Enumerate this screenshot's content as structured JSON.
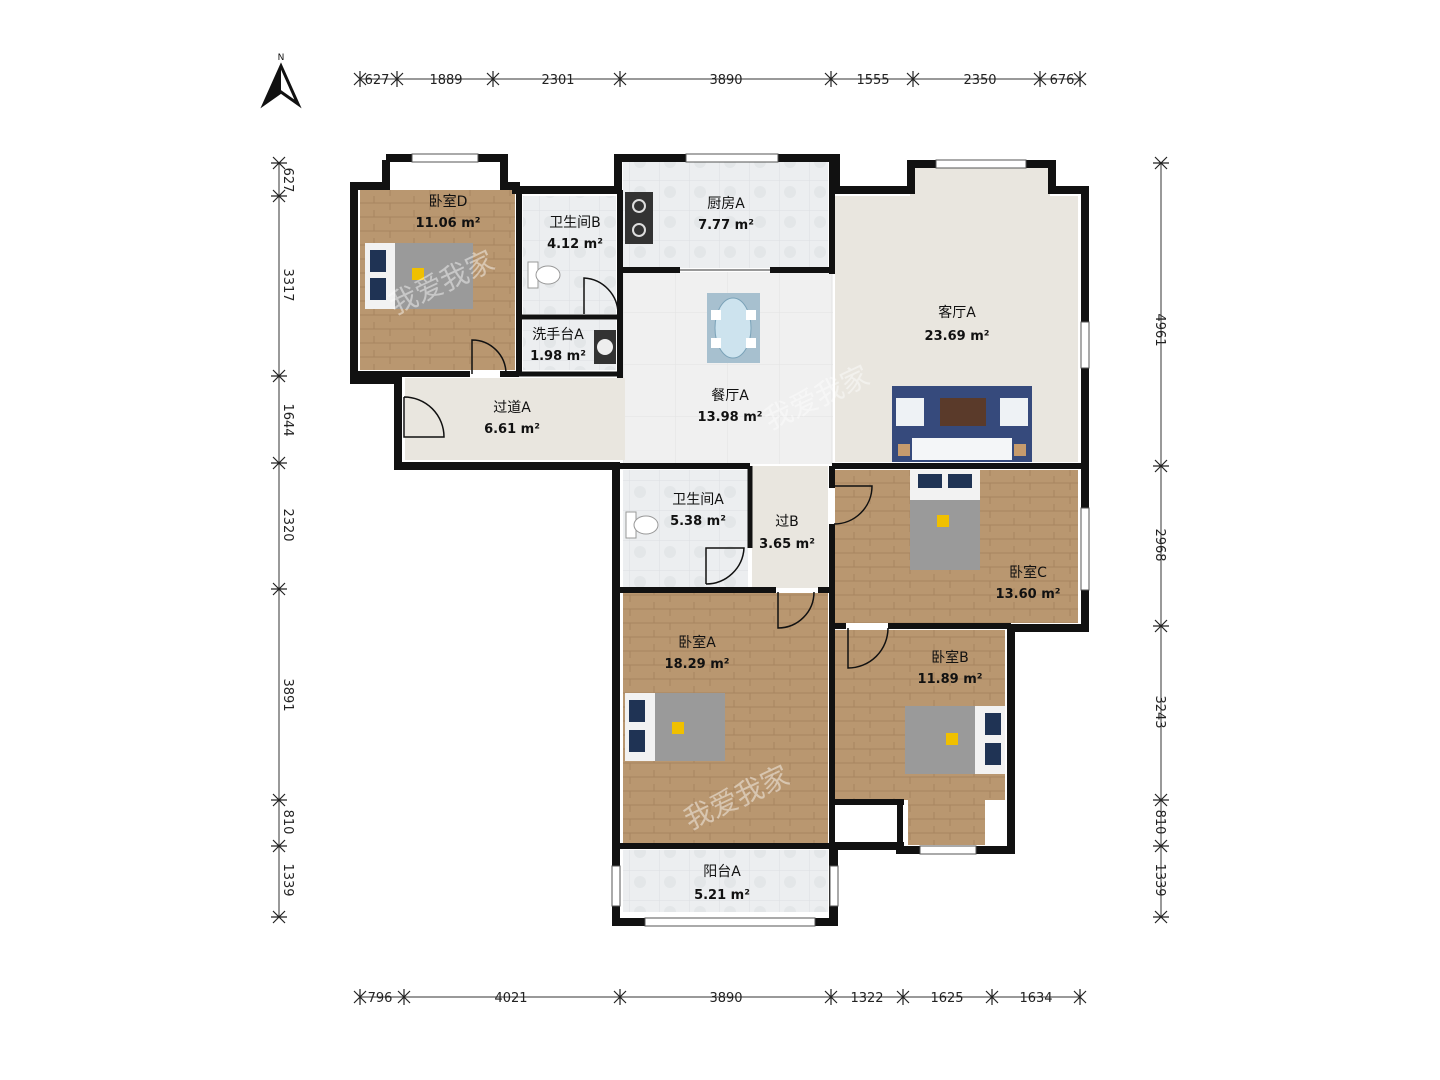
{
  "compass": {
    "label": "N",
    "icon": "north-arrow-icon"
  },
  "watermark": "我爱我家",
  "colors": {
    "wood": "#b8936a",
    "tile": "#e9ecef",
    "lightfloor": "#e8e4dc",
    "wall": "#111111"
  },
  "dimensions": {
    "top": [
      "627",
      "1889",
      "2301",
      "3890",
      "1555",
      "2350",
      "676"
    ],
    "bottom": [
      "796",
      "4021",
      "3890",
      "1322",
      "1625",
      "1634"
    ],
    "left": [
      "627",
      "3317",
      "1644",
      "2320",
      "3891",
      "810",
      "1339"
    ],
    "right": [
      "4961",
      "2968",
      "3243",
      "810",
      "1339"
    ]
  },
  "rooms": [
    {
      "name": "卧室D",
      "area": "11.06 m²"
    },
    {
      "name": "卫生间B",
      "area": "4.12 m²"
    },
    {
      "name": "厨房A",
      "area": "7.77 m²"
    },
    {
      "name": "客厅A",
      "area": "23.69 m²"
    },
    {
      "name": "洗手台A",
      "area": "1.98 m²"
    },
    {
      "name": "餐厅A",
      "area": "13.98 m²"
    },
    {
      "name": "过道A",
      "area": "6.61 m²"
    },
    {
      "name": "卫生间A",
      "area": "5.38 m²"
    },
    {
      "name": "过B",
      "area": "3.65 m²"
    },
    {
      "name": "卧室C",
      "area": "13.60 m²"
    },
    {
      "name": "卧室A",
      "area": "18.29 m²"
    },
    {
      "name": "卧室B",
      "area": "11.89 m²"
    },
    {
      "name": "阳台A",
      "area": "5.21 m²"
    }
  ]
}
